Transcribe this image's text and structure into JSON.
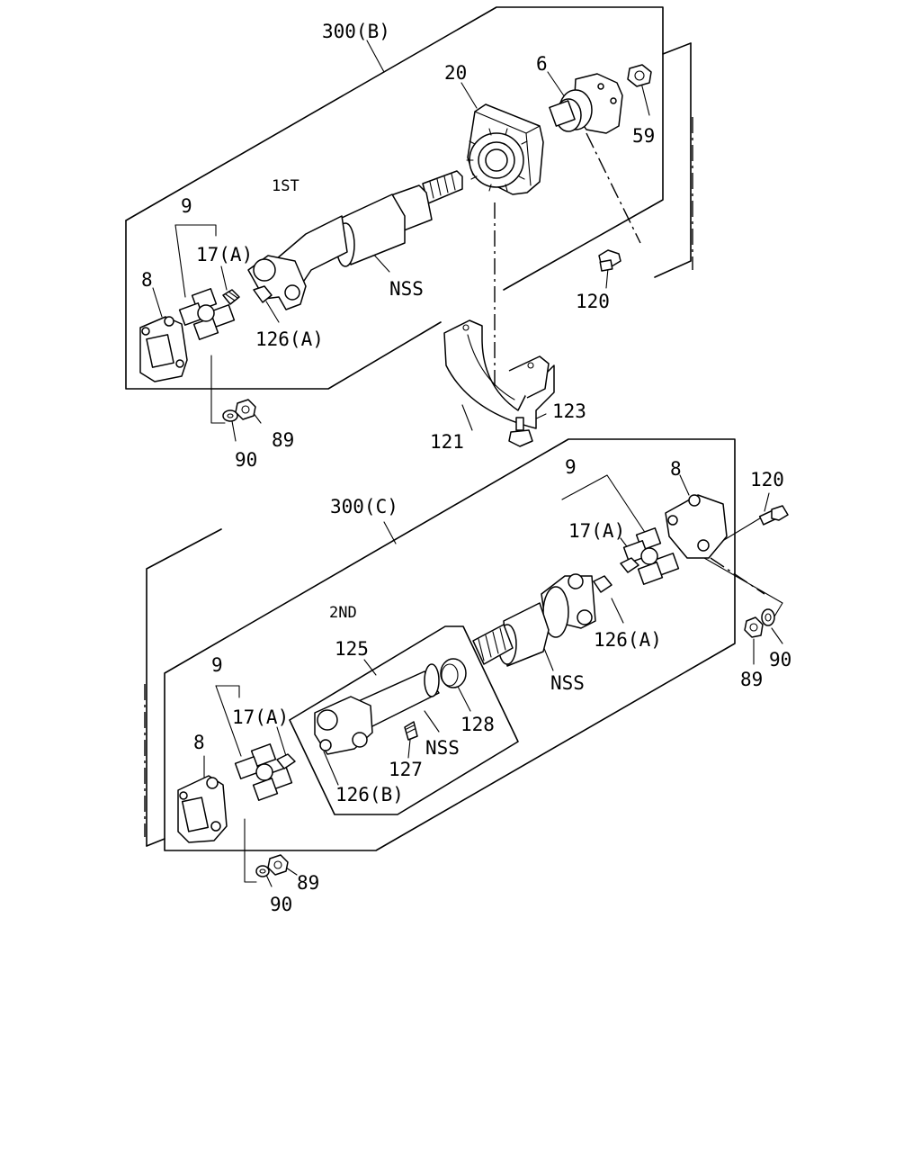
{
  "labels": {
    "assy_300b": "300(B)",
    "part_20": "20",
    "part_6": "6",
    "part_59": "59",
    "stage_1st": "1ST",
    "part_9_top": "9",
    "part_17a_top": "17(A)",
    "part_8_top": "8",
    "nss_top": "NSS",
    "part_126a_top": "126(A)",
    "part_120_top": "120",
    "part_123": "123",
    "part_121": "121",
    "part_89_top": "89",
    "part_90_top": "90",
    "assy_300c": "300(C)",
    "part_9_right": "9",
    "part_8_right": "8",
    "part_120_right": "120",
    "part_17a_right": "17(A)",
    "stage_2nd": "2ND",
    "part_126a_right": "126(A)",
    "part_125": "125",
    "nss_mid": "NSS",
    "part_90_right": "90",
    "part_89_right": "89",
    "part_128": "128",
    "part_9_left": "9",
    "part_17a_left": "17(A)",
    "nss_bottom": "NSS",
    "part_8_left": "8",
    "part_127": "127",
    "part_126b": "126(B)",
    "part_89_bottom": "89",
    "part_90_bottom": "90"
  }
}
